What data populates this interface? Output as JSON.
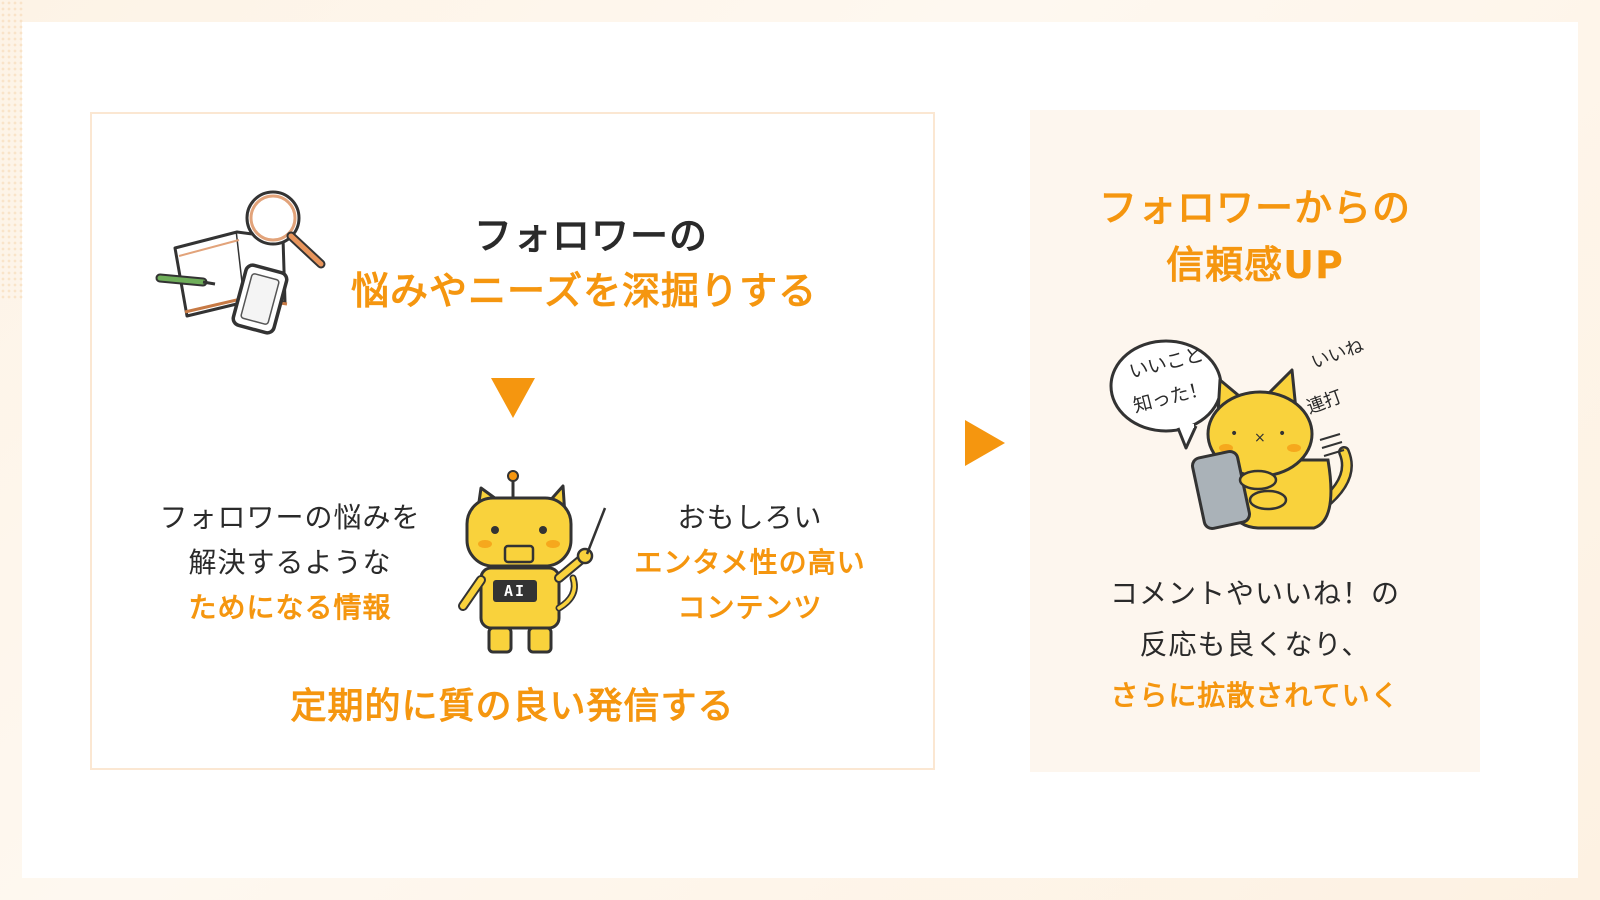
{
  "step1": {
    "line1": "フォロワーの",
    "line2": "悩みやニーズを深掘りする"
  },
  "left_info": {
    "line1": "フォロワーの悩みを",
    "line2": "解決するような",
    "line3": "ためになる情報"
  },
  "right_info": {
    "line1": "おもしろい",
    "line2": "エンタメ性の高い",
    "line3": "コンテンツ"
  },
  "robot_badge": "AI",
  "step2": "定期的に質の良い発信する",
  "result": {
    "title_line1": "フォロワーからの",
    "title_line2": "信頼感UP",
    "speech_line1": "いいこと",
    "speech_line2": "知った！",
    "side_line1": "いいね",
    "side_line2": "連打",
    "desc_line1": "コメントやいいね！の",
    "desc_line2": "反応も良くなり、",
    "desc_line3": "さらに拡散されていく"
  },
  "colors": {
    "accent": "#f5960f",
    "text": "#2a2a2a",
    "panel_bg": "#fdf6ee",
    "mascot": "#f9d23c"
  }
}
